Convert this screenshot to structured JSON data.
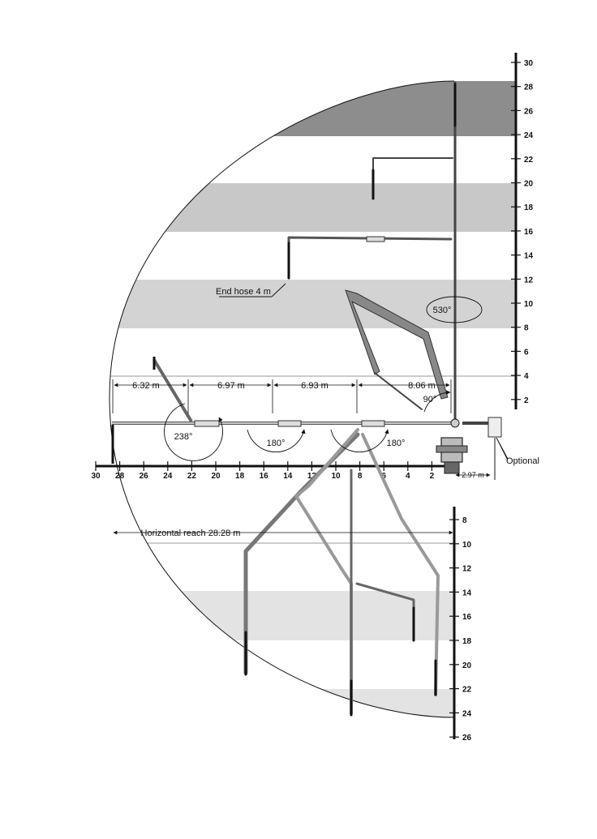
{
  "diagram": {
    "right_axis_ticks": [
      "30",
      "28",
      "26",
      "24",
      "22",
      "20",
      "18",
      "16",
      "14",
      "12",
      "10",
      "8",
      "6",
      "4",
      "2"
    ],
    "lower_axis_ticks": [
      "8",
      "10",
      "12",
      "14",
      "16",
      "18",
      "20",
      "22",
      "24",
      "26"
    ],
    "bottom_axis_ticks": [
      "30",
      "28",
      "26",
      "24",
      "22",
      "20",
      "18",
      "16",
      "14",
      "12",
      "10",
      "8",
      "6",
      "4",
      "2"
    ],
    "section_lengths": [
      "6.32 m",
      "6.97 m",
      "6.93 m",
      "8.06 m"
    ],
    "angles": {
      "slew": "530°",
      "arm1": "90°",
      "arm2": "180°",
      "arm3": "180°",
      "arm4": "238°"
    },
    "end_hose": "End hose 4 m",
    "horizontal_reach": "Horizontal reach 28.28 m",
    "outrigger_width": "2.97 m",
    "optional_label": "Optional"
  }
}
